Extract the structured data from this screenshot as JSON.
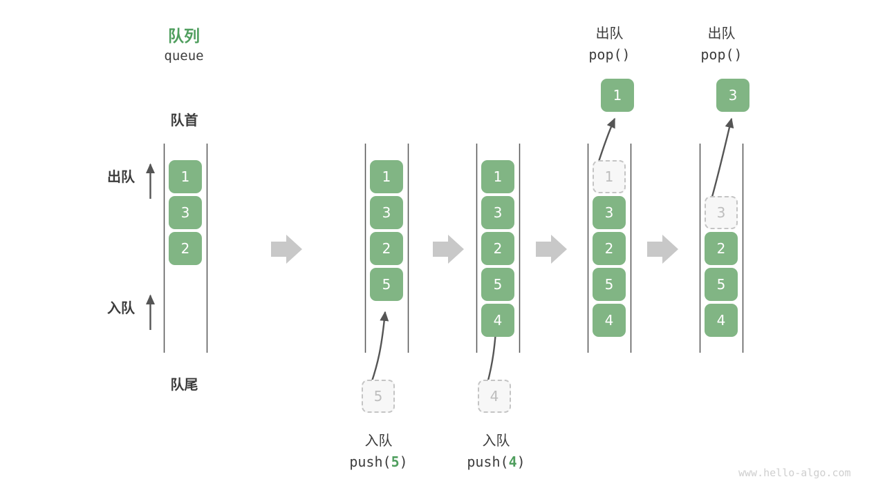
{
  "diagram": {
    "title_cn": "队列",
    "title_en": "queue",
    "head_label": "队首",
    "tail_label": "队尾",
    "dequeue_label": "出队",
    "enqueue_label": "入队",
    "watermark": "www.hello-algo.com",
    "colors": {
      "node_fill": "#81b584",
      "node_text": "#ffffff",
      "ghost_fill": "#f7f7f7",
      "ghost_border": "#c4c4c4",
      "ghost_text": "#bdbdbd",
      "accent_green": "#4f9e5e",
      "rail": "#555555",
      "arrow_gray": "#555555",
      "connector_gray": "#c8c8c8",
      "text": "#3c3c3c",
      "watermark": "#cfcfcf"
    }
  },
  "chart_data": {
    "type": "diagram",
    "title": "队列 queue",
    "stages": [
      {
        "id": "stage-initial",
        "op_cn": "",
        "op_code": "",
        "queue": [
          "1",
          "3",
          "2"
        ],
        "ghost_index": -1,
        "incoming": null,
        "popped": null
      },
      {
        "id": "stage-push-5",
        "op_cn": "入队",
        "op_code": "push(5)",
        "op_arg": "5",
        "queue": [
          "1",
          "3",
          "2",
          "5"
        ],
        "ghost_index": -1,
        "incoming": "5",
        "popped": null
      },
      {
        "id": "stage-push-4",
        "op_cn": "入队",
        "op_code": "push(4)",
        "op_arg": "4",
        "queue": [
          "1",
          "3",
          "2",
          "5",
          "4"
        ],
        "ghost_index": -1,
        "incoming": "4",
        "popped": null
      },
      {
        "id": "stage-pop-1",
        "op_cn": "出队",
        "op_code": "pop()",
        "queue": [
          "1",
          "3",
          "2",
          "5",
          "4"
        ],
        "ghost_index": 0,
        "incoming": null,
        "popped": "1"
      },
      {
        "id": "stage-pop-3",
        "op_cn": "出队",
        "op_code": "pop()",
        "queue": [
          "3",
          "2",
          "5",
          "4"
        ],
        "ghost_index": 0,
        "incoming": null,
        "popped": "3"
      }
    ]
  }
}
